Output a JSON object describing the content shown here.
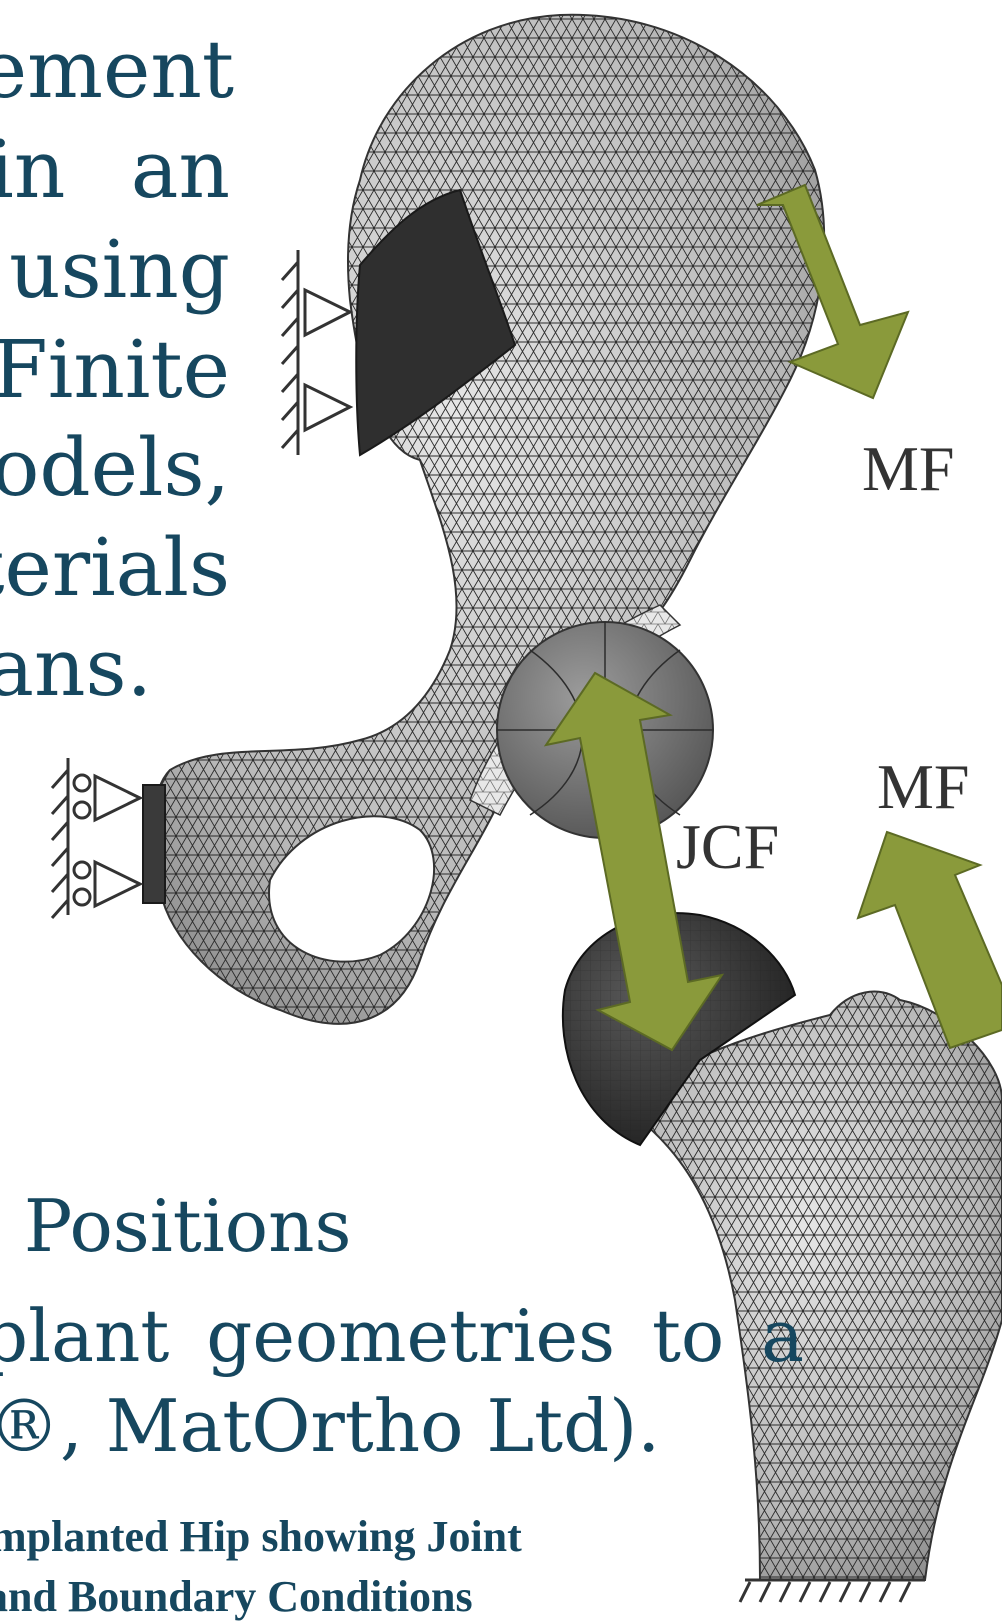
{
  "body_text_lines": [
    "ement",
    "in an",
    "using",
    "Finite",
    "odels,",
    "terials",
    "ans."
  ],
  "section_heading": "l Positions",
  "paragraph_lines": [
    "plant geometries to a",
    "®, MatOrtho Ltd)."
  ],
  "figure_caption_lines": [
    "mplanted Hip showing Joint",
    "and Boundary Conditions"
  ],
  "labels": {
    "mf_upper": "MF",
    "mf_lower": "MF",
    "jcf": "JCF"
  },
  "colors": {
    "text_teal": "#16475f",
    "arrow_olive": "#8a9a3b",
    "bone_gray": "#b9b9b9",
    "implant_dark": "#3a3a3a"
  }
}
